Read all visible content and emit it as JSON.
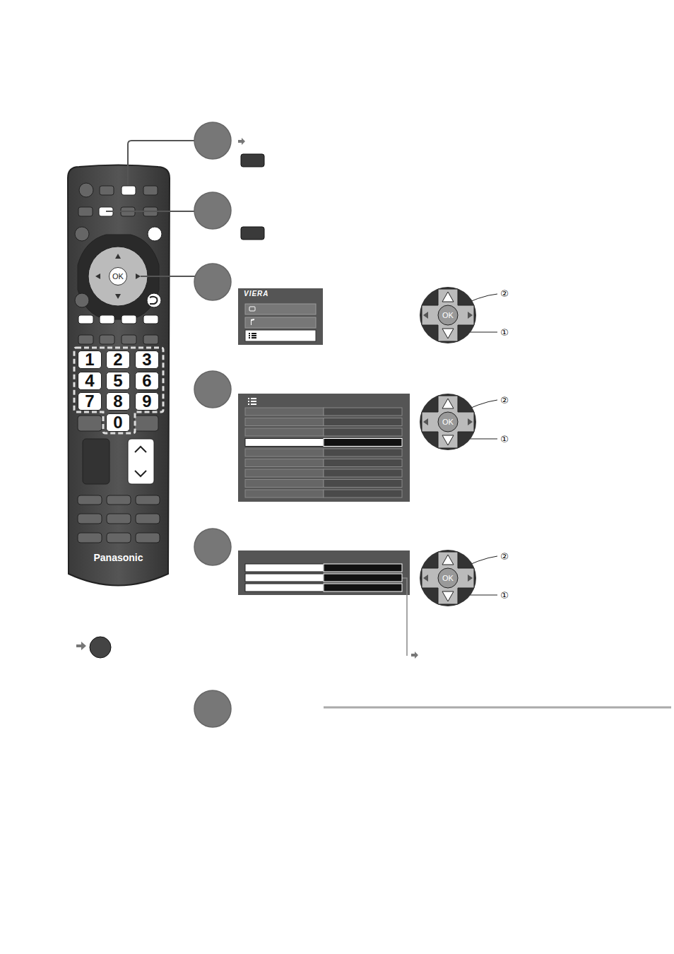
{
  "diagram": {
    "nodes": [
      {
        "text": [
          "Panasonic"
        ]
      },
      {
        "text": [
          "1"
        ],
        "in": 0
      },
      {
        "text": [
          "2"
        ],
        "in": 0
      },
      {
        "text": [
          "3"
        ],
        "in": 0
      },
      {
        "text": [
          "4"
        ],
        "in": 0
      },
      {
        "text": [
          "5"
        ],
        "in": 0
      },
      {
        "text": [
          "6"
        ],
        "in": 0
      },
      {
        "text": [
          "7"
        ],
        "in": 0
      },
      {
        "text": [
          "8"
        ],
        "in": 0
      },
      {
        "text": [
          "9"
        ],
        "in": 0
      },
      {
        "text": [
          "0"
        ],
        "in": 0
      },
      {
        "text": [
          "OK"
        ],
        "in": 0
      },
      {
        "text": [
          "VIERA"
        ]
      },
      {
        "text": [
          "OK"
        ]
      },
      {
        "text": [
          "OK"
        ]
      },
      {
        "text": [
          "OK"
        ]
      }
    ],
    "labels": [
      "②",
      "①",
      "②",
      "①",
      "②",
      "①"
    ]
  }
}
